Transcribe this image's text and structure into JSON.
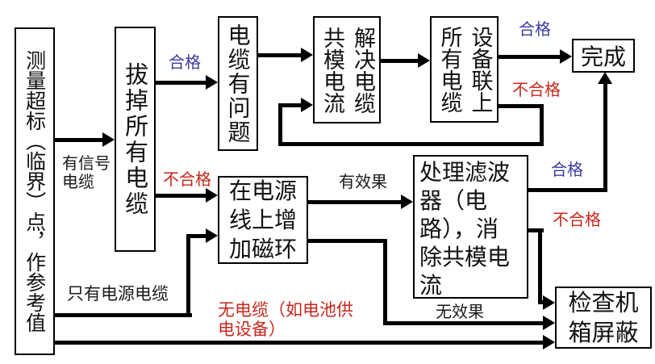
{
  "diagram": {
    "type": "flowchart",
    "colors": {
      "pass_label": "#3b3b9e",
      "fail_label": "#c5271c",
      "line": "#000000",
      "box_border": "#000000",
      "text": "#1a1a1a",
      "background": "#ffffff"
    },
    "nodes": {
      "measure": {
        "text": "测量超标（临界）点，作参考值"
      },
      "unplug": {
        "text": "拔掉所有电缆"
      },
      "cable_problem": {
        "text": "电缆有问题"
      },
      "solve_common_mode": {
        "text": "解决电缆共模电流"
      },
      "connect_all": {
        "text": "设备联上所有电缆"
      },
      "done": {
        "text": "完成"
      },
      "add_magnet_ring": {
        "text": "在电源\n线上增\n加磁环"
      },
      "handle_filter": {
        "text": "处理滤波\n器（电\n路），消\n除共模电\n流"
      },
      "check_shield": {
        "text": "检查机\n箱屏蔽"
      }
    },
    "labels": {
      "pass_1": "合格",
      "fail_1": "不合格",
      "signal_cable": "有信号\n电缆",
      "power_cable_only": "只有电源电缆",
      "no_cable": "无电缆（如电池供\n电设备）",
      "effective": "有效果",
      "ineffective": "无效果",
      "pass_2": "合格",
      "fail_2": "不合格",
      "pass_3": "合格",
      "fail_3": "不合格"
    }
  }
}
